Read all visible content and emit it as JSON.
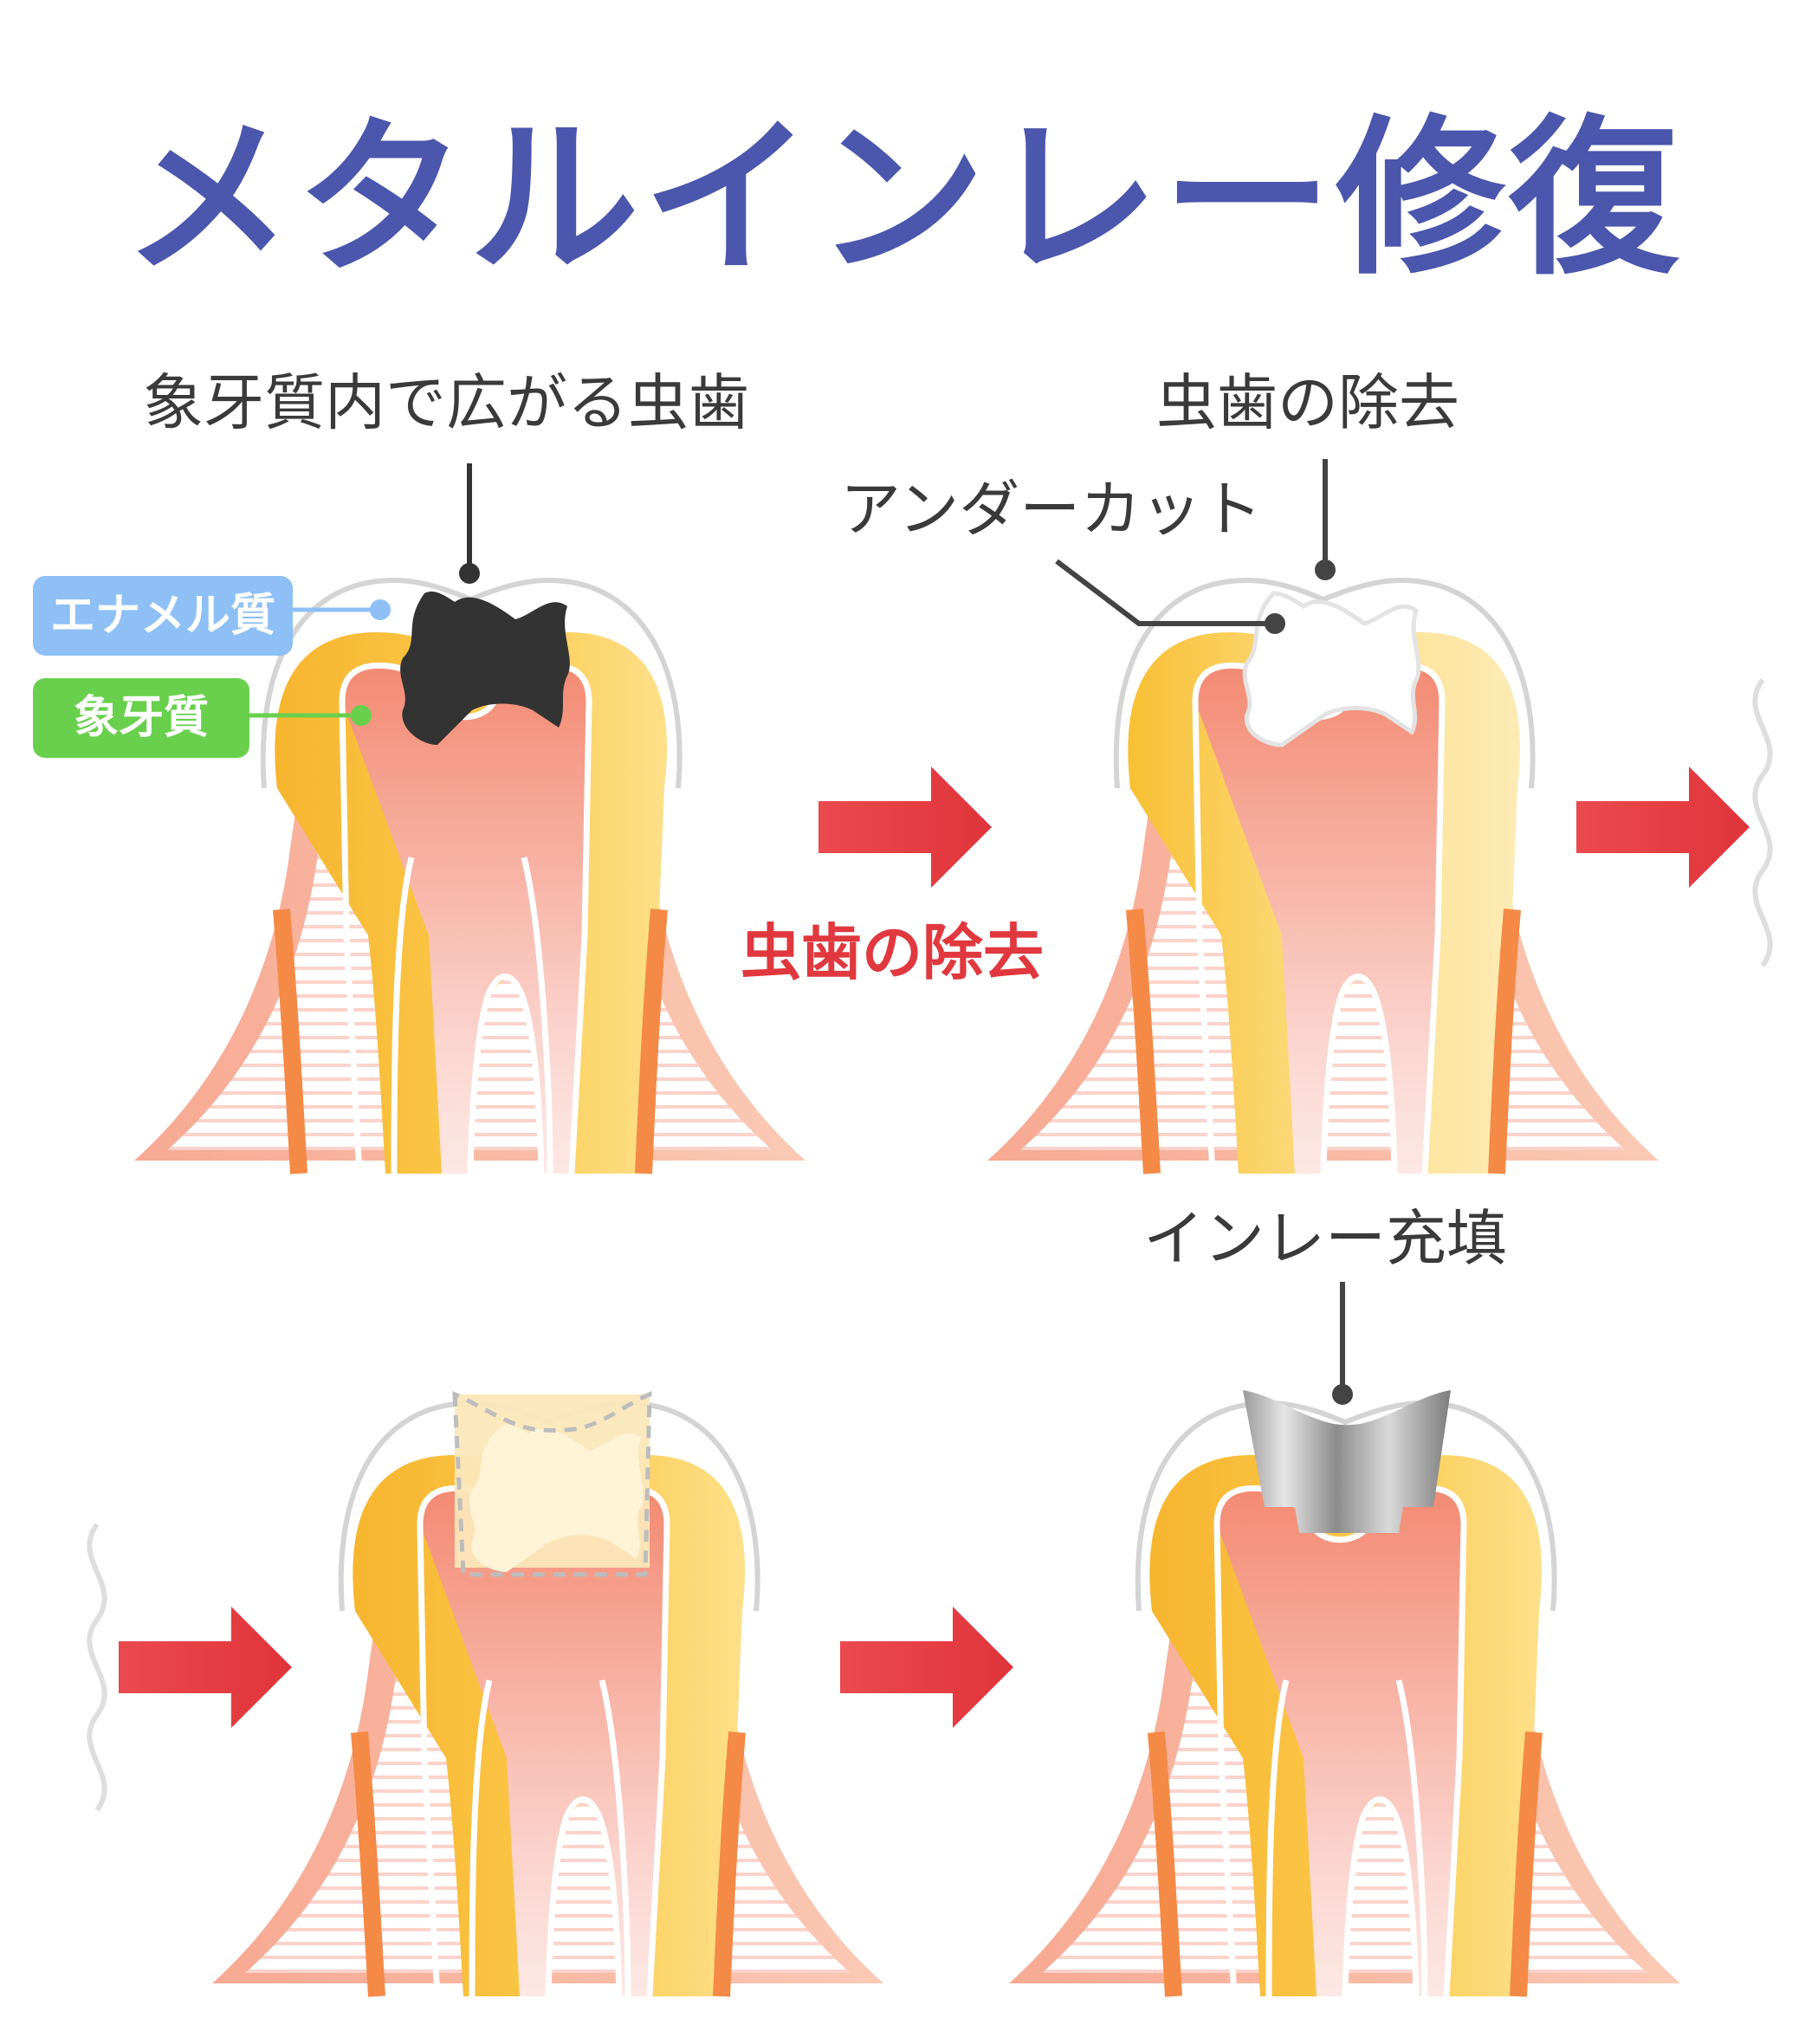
{
  "title": "メタルインレー修復",
  "panels": [
    {
      "caption": "象牙質内で広がる虫歯"
    },
    {
      "caption": "虫歯の除去",
      "sub_caption": "アンダーカット"
    },
    {
      "caption": ""
    },
    {
      "caption": "インレー充填"
    }
  ],
  "tags": {
    "enamel": "エナメル質",
    "dentin": "象牙質"
  },
  "arrow_label": "虫歯の除去",
  "colors": {
    "title": "#4b56ad",
    "arrow": "#e0383e",
    "enamel_tag": "#8ec0f5",
    "dentin_tag": "#69d04d",
    "caries": "#333333",
    "gum": "#f6a88a",
    "dentin": "#f9c53c",
    "pulp": "#f39a82",
    "inlay": "#b8b8b8"
  }
}
